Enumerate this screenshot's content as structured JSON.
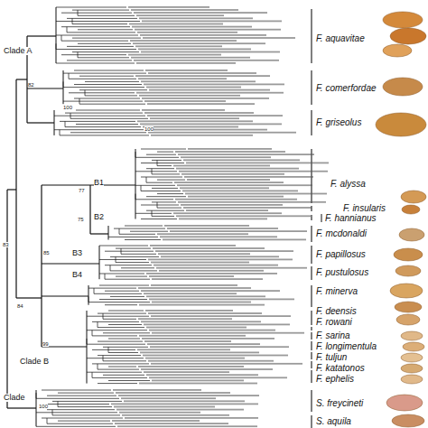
{
  "diagram": {
    "labels": [
      "Clade A",
      "B1",
      "B2",
      "B3",
      "B4",
      "Clade B",
      "Clade",
      "F. aquavitae",
      "F. comerfordae",
      "F. griseolus",
      "F. alyssa",
      "F. insularis",
      "F. hannianus",
      "F. mcdonaldi",
      "F. papillosus",
      "F. pustulosus",
      "F. minerva",
      "F. deensis",
      "F. rowani",
      "F. sarina",
      "F. longimentula",
      "F. tuljun",
      "F. katatonos",
      "F. ephelis",
      "S. freycineti",
      "S. aquila",
      "100",
      "82",
      "100",
      "83",
      "84",
      "75",
      "85",
      "99",
      "77",
      "100"
    ]
  }
}
